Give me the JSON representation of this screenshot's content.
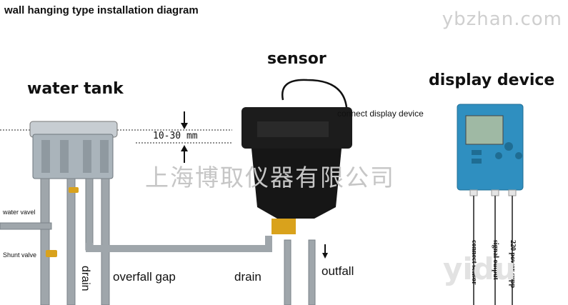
{
  "title": "wall hanging type installation diagram",
  "watermark_site": "yb",
  "watermark_site2": "zhan.com",
  "watermark_cn": "上海博取仪器有限公司",
  "watermark_bottom": "yidu",
  "labels": {
    "water_tank": "water tank",
    "sensor": "sensor",
    "display_device": "display device",
    "gap": "10-30 mm",
    "connect_display": "connect display device",
    "water_valve": "water vavel",
    "shunt_valve": "Shunt valve",
    "drain_left": "drain",
    "overfall_gap": "overfall gap",
    "drain_mid": "drain",
    "outfall": "outfall",
    "connect_sensor": "connect sensor",
    "signal_output": "signal output",
    "power_supply": "220 power supp"
  },
  "colors": {
    "pipe": "#9fa6ab",
    "tank": "#b9c2c8",
    "sensor": "#1a1a1a",
    "display": "#2f8fc0",
    "valve": "#d9a21c"
  }
}
